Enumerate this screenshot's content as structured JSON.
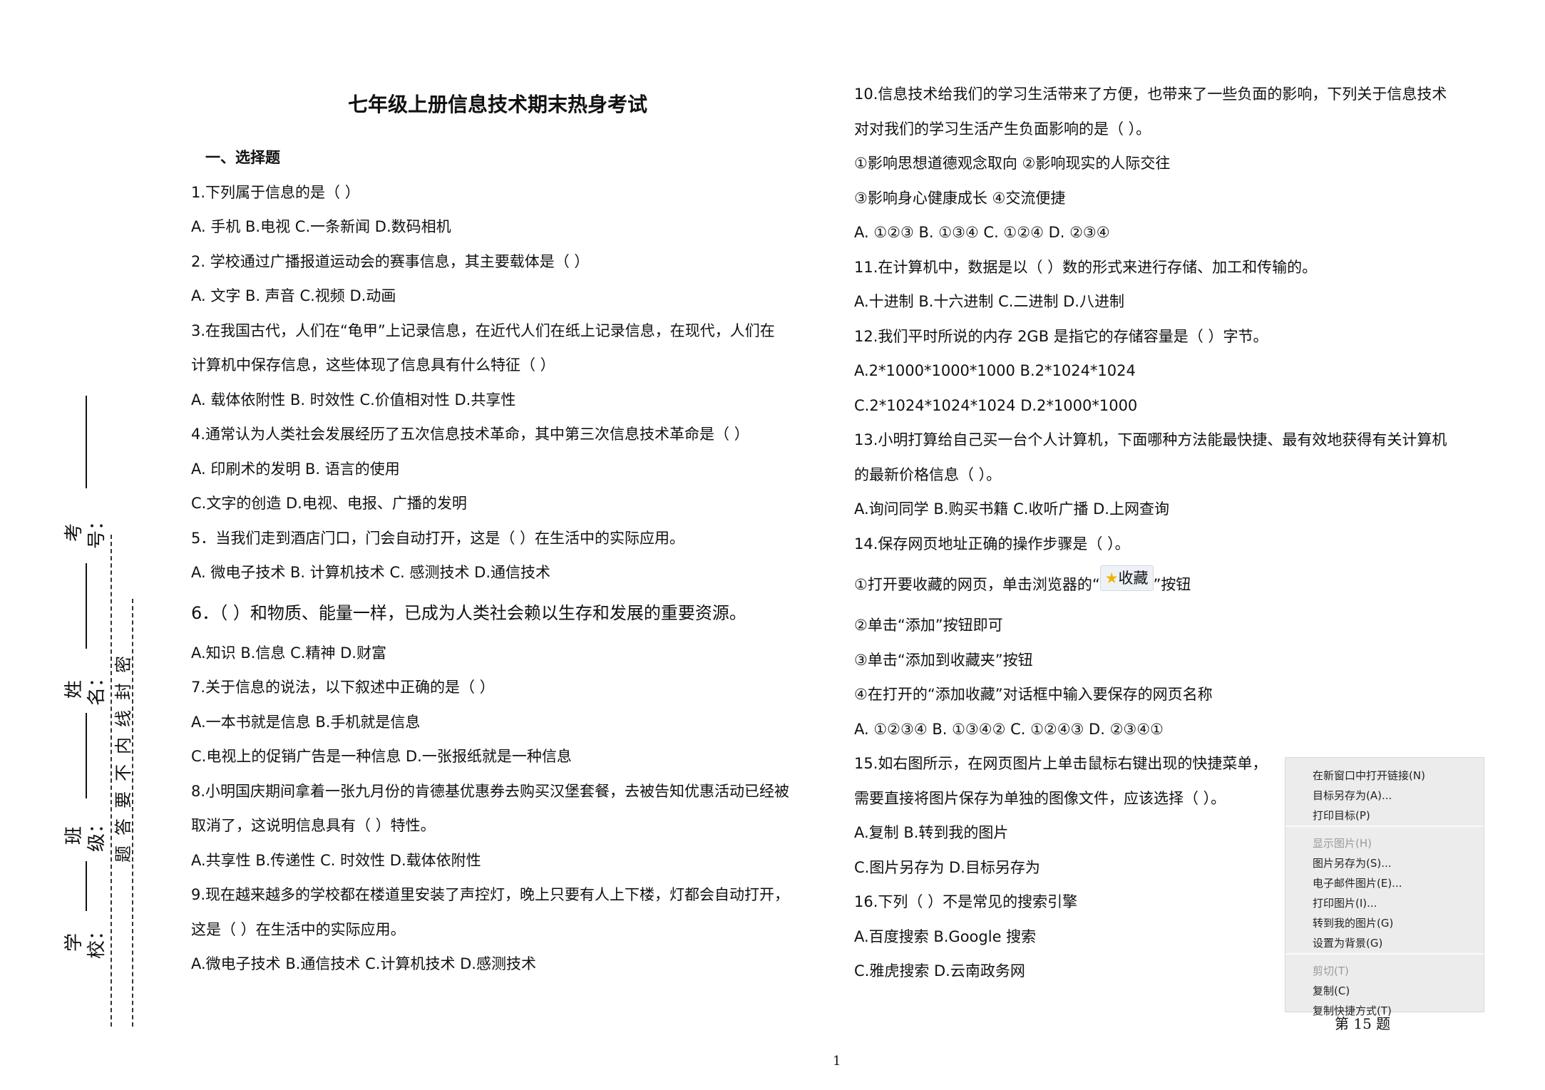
{
  "binding": {
    "school": "学 校：",
    "class": "班 级：",
    "name": "姓 名：",
    "number": "考 号：",
    "seal_text": [
      "密",
      "封",
      "线",
      "内",
      "不",
      "要",
      "答",
      "题"
    ]
  },
  "title": "七年级上册信息技术期末热身考试",
  "section": "一、选择题",
  "left_lines": [
    {
      "text": "1.下列属于信息的是（    ）"
    },
    {
      "text": " A. 手机    B.电视   C.一条新闻    D.数码相机"
    },
    {
      "text": "2. 学校通过广播报道运动会的赛事信息，其主要载体是（    ）"
    },
    {
      "text": "A. 文字     B. 声音    C.视频    D.动画"
    },
    {
      "text": "3.在我国古代，人们在“龟甲”上记录信息，在近代人们在纸上记录信息，在现代，人们在"
    },
    {
      "text": "计算机中保存信息，这些体现了信息具有什么特征（    ）"
    },
    {
      "text": "A. 载体依附性     B. 时效性      C.价值相对性      D.共享性"
    },
    {
      "text": "4.通常认为人类社会发展经历了五次信息技术革命，其中第三次信息技术革命是（    ）"
    },
    {
      "text": "A. 印刷术的发明             B. 语言的使用"
    },
    {
      "text": "C.文字的创造             D.电视、电报、广播的发明"
    },
    {
      "text": "5．当我们走到酒店门口，门会自动打开，这是（    ）在生活中的实际应用。"
    },
    {
      "text": "A. 微电子技术     B. 计算机技术      C. 感测技术    D.通信技术"
    }
  ],
  "q6": "6．（    ）和物质、能量一样，已成为人类社会赖以生存和发展的重要资源。",
  "left_lines_2": [
    {
      "text": "A.知识     B.信息      C.精神      D.财富"
    },
    {
      "text": "7.关于信息的说法，以下叙述中正确的是（    ）"
    },
    {
      "text": "A.一本书就是信息              B.手机就是信息"
    },
    {
      "text": "C.电视上的促销广告是一种信息    D.一张报纸就是一种信息"
    },
    {
      "text": "8.小明国庆期间拿着一张九月份的肯德基优惠券去购买汉堡套餐，去被告知优惠活动已经被"
    },
    {
      "text": "取消了，这说明信息具有（    ）特性。"
    },
    {
      "text": "A.共享性      B.传递性       C. 时效性        D.载体依附性"
    },
    {
      "text": "9.现在越来越多的学校都在楼道里安装了声控灯，晚上只要有人上下楼，灯都会自动打开，"
    },
    {
      "text": "这是（    ）在生活中的实际应用。"
    },
    {
      "text": "A.微电子技术   B.通信技术      C.计算机技术    D.感测技术"
    }
  ],
  "right_lines": [
    {
      "text": "10.信息技术给我们的学习生活带来了方便，也带来了一些负面的影响，下列关于信息技术"
    },
    {
      "text": "对对我们的学习生活产生负面影响的是（    ）。"
    },
    {
      "text": "①影响思想道德观念取向       ②影响现实的人际交往"
    },
    {
      "text": "③影响身心健康成长          ④交流便捷"
    },
    {
      "text": "A. ①②③         B. ①③④         C. ①②④         D. ②③④"
    },
    {
      "text": "11.在计算机中，数据是以（    ）数的形式来进行存储、加工和传输的。"
    },
    {
      "text": "A.十进制       B.十六进制      C.二进制       D.八进制"
    },
    {
      "text": "12.我们平时所说的内存 2GB 是指它的存储容量是（    ）字节。"
    },
    {
      "text": "A.2*1000*1000*1000            B.2*1024*1024"
    },
    {
      "text": "C.2*1024*1024*1024            D.2*1000*1000"
    },
    {
      "text": "13.小明打算给自己买一台个人计算机，下面哪种方法能最快捷、最有效地获得有关计算机"
    },
    {
      "text": "的最新价格信息（    ）。"
    },
    {
      "text": "A.询问同学    B.购买书籍     C.收听广播       D.上网查询"
    },
    {
      "text": "14.保存网页地址正确的操作步骤是（    ）。"
    }
  ],
  "q14_step1_pre": "①打开要收藏的网页，单击浏览器的“",
  "q14_fav_label": "收藏",
  "q14_step1_post": "”按钮",
  "right_lines_2": [
    {
      "text": "②单击“添加”按钮即可"
    },
    {
      "text": "③单击“添加到收藏夹”按钮"
    },
    {
      "text": "④在打开的“添加收藏”对话框中输入要保存的网页名称"
    },
    {
      "text": "A. ①②③④         B. ①③④②          C. ①②④③          D. ②③④①"
    },
    {
      "text": "15.如右图所示，在网页图片上单击鼠标右键出现的快捷菜单，"
    },
    {
      "text": "需要直接将图片保存为单独的图像文件，应该选择（    ）。"
    },
    {
      "text": "A.复制              B.转到我的图片"
    },
    {
      "text": "C.图片另存为            D.目标另存为"
    },
    {
      "text": "16.下列（    ）不是常见的搜索引擎"
    },
    {
      "text": "A.百度搜索          B.Google 搜索"
    },
    {
      "text": "C.雅虎搜索          D.云南政务网"
    }
  ],
  "context_menu": {
    "items": [
      {
        "label": "在新窗口中打开链接(N)",
        "disabled": false
      },
      {
        "label": "目标另存为(A)...",
        "disabled": false
      },
      {
        "label": "打印目标(P)",
        "disabled": false
      },
      {
        "label": "显示图片(H)",
        "disabled": true
      },
      {
        "label": "图片另存为(S)...",
        "disabled": false
      },
      {
        "label": "电子邮件图片(E)...",
        "disabled": false
      },
      {
        "label": "打印图片(I)...",
        "disabled": false
      },
      {
        "label": "转到我的图片(G)",
        "disabled": false
      },
      {
        "label": "设置为背景(G)",
        "disabled": false
      },
      {
        "label": "剪切(T)",
        "disabled": true
      },
      {
        "label": "复制(C)",
        "disabled": false
      },
      {
        "label": "复制快捷方式(T)",
        "disabled": false
      }
    ]
  },
  "menu_caption": "第 15 题",
  "page_number": "1"
}
